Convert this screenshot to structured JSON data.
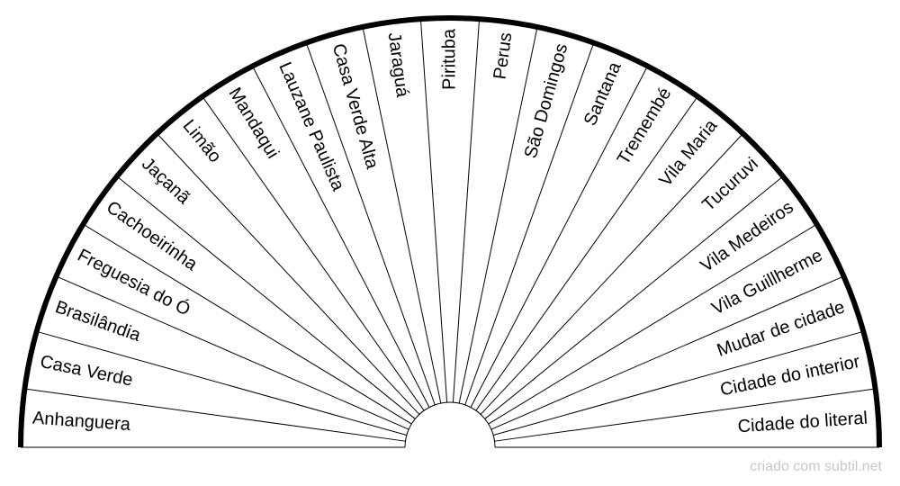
{
  "sectors": [
    "Anhanguera",
    "Casa Verde",
    "Brasilândia",
    "Freguesia do Ó",
    "Cachoeirinha",
    "Jaçanã",
    "Limão",
    "Mandaqui",
    "Lauzane Paulista",
    "Casa Verde Alta",
    "Jaraguá",
    "Pirituba",
    "Perus",
    "São Domingos",
    "Santana",
    "Tremembé",
    "Vila Maria",
    "Tucuruvi",
    "Vila Medeiros",
    "Vila Guillherme",
    "Mudar de cidade",
    "Cidade do interior",
    "Cidade do literal"
  ],
  "footer": {
    "credit": "criado com subtil.net"
  },
  "colors": {
    "stroke": "#000000",
    "fill": "#ffffff",
    "credit": "#c8c8c8"
  }
}
